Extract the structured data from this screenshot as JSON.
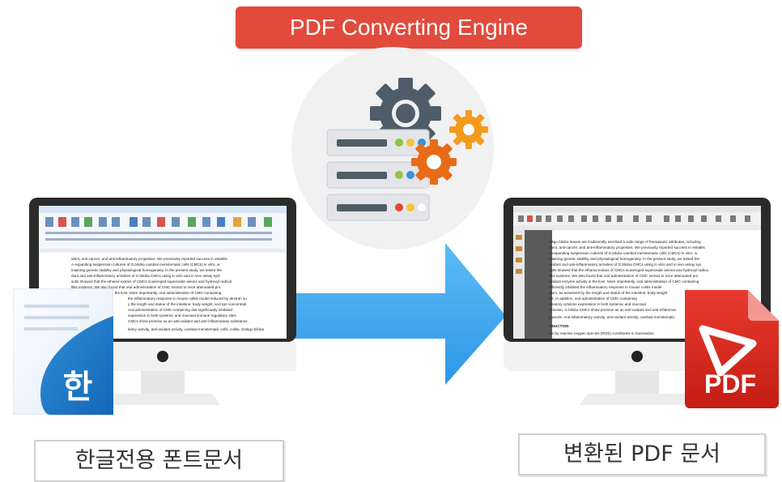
{
  "engine": {
    "title": "PDF Converting Engine"
  },
  "source": {
    "label": "한글전용 폰트문서",
    "app_icon": "hangul-word-processor-icon",
    "app_icon_char": "한",
    "doc_lines": [
      "ident, anti-cancer, and anti-inflammatory properties. We previously reported success in establis",
      "A expanding suspension cultures of G.biloba cambial meristematic cells (CMCs) in vitro, w",
      "intaining genetic stability and physiological homogeneity. In the present study, we tested the",
      "dant and anti-inflammatory activities of G.biloba CMCs using in vitro and in vivo assay syst",
      "sults showed that the ethanol extract of CMCs scavenged superoxide anions and hydroxyl radical",
      "llitis systems. We also found that oral administration of CMC extract to mice attenuated pro",
      "oxidant enzyme activity in the liver. More importantly, oral administration of CMC-containing",
      "the inflammatory response in mouse colitis model induced by dextran su",
      "y the length and status of the intestine, body weight, and IgA concentrati",
      "oral administration of CMC-containing diet significantly inhibited",
      "expression in both systemic and mucosal immune regulatory sites",
      "CMCs show promise as an anti-oxidant and anti-inflammatory substance.",
      "lalory activity, anti-oxidant activity, cambial meristematic cells, colitis, Ginkgo biloba"
    ]
  },
  "target": {
    "label": "변환된 PDF 문서",
    "pdf_badge": "PDF",
    "doc_lines": [
      "inkgo biloba leaves are traditionally ascribed a wide range of therapeutic attributes, including",
      "ident, anti-cancer, and anti-inflammatory properties. We previously reported success in establis",
      "A expanding suspension cultures of G.biloba cambial meristematic cells (CMCs) in vitro, w",
      "intaining genetic stability and physiological homogeneity. In the present study, we tested the",
      "oxidant and anti-inflammatory activities of G.biloba CMCs using in vitro and in vivo assay sys",
      "sults showed that the ethanol extract of CMCs scavenged superoxide anions and hydroxyl radica",
      "llitis systems. We also found that oral administration of CMC extract to mice attenuated pro",
      "oxidant enzyme activity in the liver. More importantly, oral administration of CMC-containing",
      "efficiently inhibited the inflammatory response in mouse colitis model",
      "dium, as assessed by the length and status of the intestine, body weight",
      "itis. In addition, oral administration of CMC-containing",
      "nmatory cytokine expression in both systemic and mucosal",
      "nclusion, G.biloba CMCs show promise as an anti-oxidant and anti-inflammat",
      "y words: Anti-inflammatory activity, anti-oxidant activity, cambial meristematic",
      "ODUCTION",
      "ion by reactive oxygen species (ROS) contributes to      inactivation"
    ]
  },
  "colors": {
    "banner_red": "#e24a3c",
    "arrow_blue": "#3aa8f0",
    "gear_gray": "#4f5d6a",
    "gear_orange": "#f49a1e",
    "gear_dark_orange": "#e86b17",
    "led_green": "#8cc63f",
    "led_yellow": "#f7c531",
    "led_blue": "#3a8fd9",
    "led_red": "#e8423c",
    "pdf_red": "#d9261c"
  }
}
